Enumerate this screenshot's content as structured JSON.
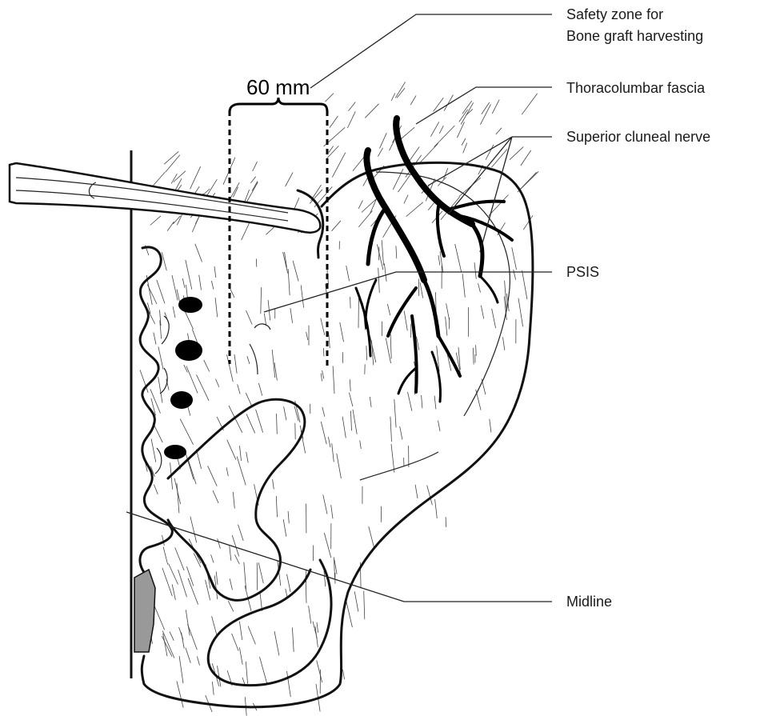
{
  "dimension": {
    "text": "60 mm"
  },
  "labels": {
    "safety_zone_line1": "Safety zone for",
    "safety_zone_line2": "Bone graft harvesting",
    "thoracolumbar": "Thoracolumbar fascia",
    "cluneal": "Superior cluneal nerve",
    "psis": "PSIS",
    "midline": "Midline"
  },
  "colors": {
    "ink": "#000000",
    "sacral_shading": "#999999",
    "background": "#ffffff"
  }
}
